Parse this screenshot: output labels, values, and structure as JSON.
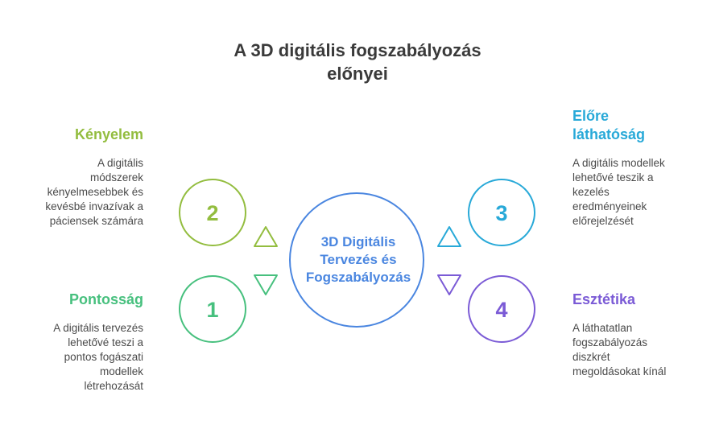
{
  "title_lines": [
    "A 3D digitális fogszabályozás",
    "előnyei"
  ],
  "center": {
    "lines": [
      "3D Digitális",
      "Tervezés és",
      "Fogszabályozás"
    ],
    "color": "#4a86e0"
  },
  "items": [
    {
      "number": "1",
      "heading_lines": [
        "Pontosság"
      ],
      "desc_lines": [
        "A digitális tervezés",
        "lehetővé teszi a",
        "pontos fogászati",
        "modellek",
        "létrehozását"
      ],
      "color": "#47c07e"
    },
    {
      "number": "2",
      "heading_lines": [
        "Kényelem"
      ],
      "desc_lines": [
        "A digitális",
        "módszerek",
        "kényelmesebbek és",
        "kevésbé invazívak a",
        "páciensek számára"
      ],
      "color": "#93bd3f"
    },
    {
      "number": "3",
      "heading_lines": [
        "Előre",
        "láthatóság"
      ],
      "desc_lines": [
        "A digitális modellek",
        "lehetővé teszik a",
        "kezelés",
        "eredményeinek",
        "előrejelzését"
      ],
      "color": "#28a9d8"
    },
    {
      "number": "4",
      "heading_lines": [
        "Esztétika"
      ],
      "desc_lines": [
        "A láthatatlan",
        "fogszabályozás",
        "diszkrét",
        "megoldásokat kínál"
      ],
      "color": "#7b5bd6"
    }
  ]
}
